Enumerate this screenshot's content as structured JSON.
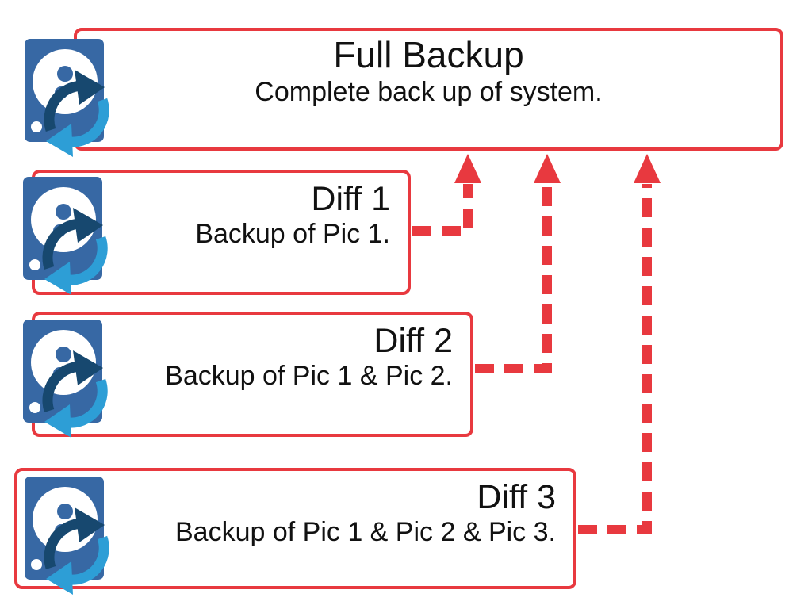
{
  "diagram": {
    "background": "#ffffff",
    "text_color": "#111111",
    "accent_red": "#e8393f",
    "icon": {
      "name": "disk-sync-icon",
      "square_blue": "#3768a4",
      "dark_arrow": "#17486f",
      "light_arrow": "#2d9ed6"
    },
    "boxes": [
      {
        "title": "Full Backup",
        "subtitle": "Complete back up of system."
      },
      {
        "title": "Diff 1",
        "subtitle": "Backup of Pic 1."
      },
      {
        "title": "Diff 2",
        "subtitle": "Backup of Pic 1 & Pic 2."
      },
      {
        "title": "Diff 3",
        "subtitle": "Backup of Pic 1 & Pic 2 & Pic 3."
      }
    ]
  }
}
